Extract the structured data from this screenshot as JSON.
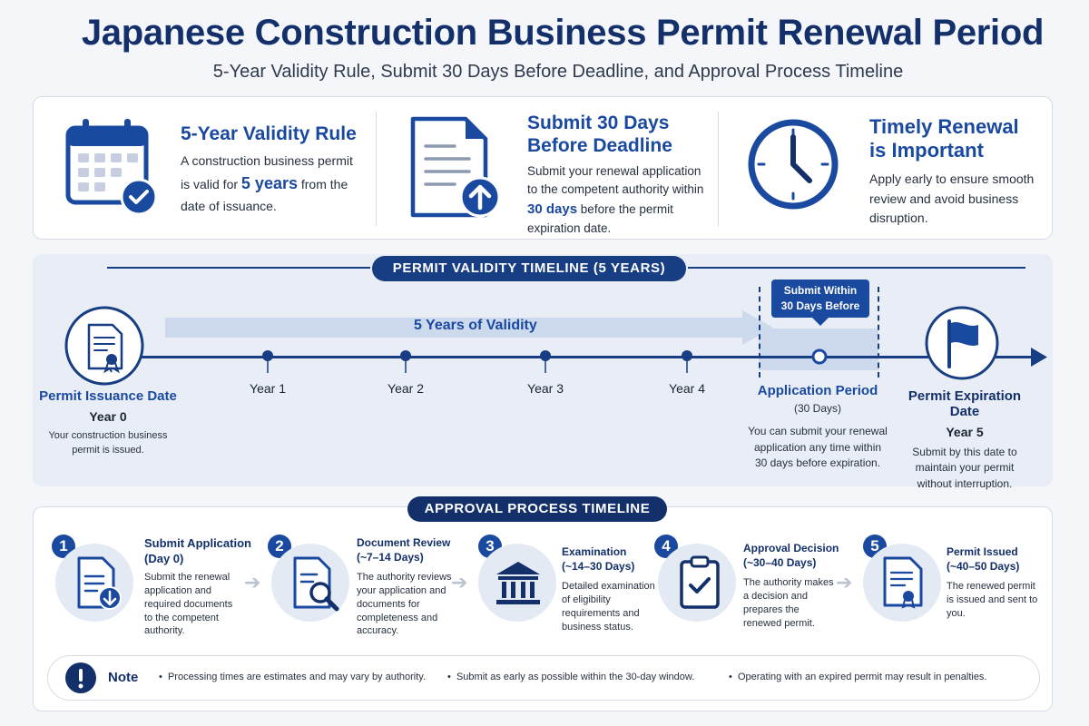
{
  "header": {
    "title": "Japanese Construction Business Permit Renewal Period",
    "subtitle": "5-Year Validity Rule, Submit 30 Days Before Deadline, and Approval Process Timeline"
  },
  "rules": [
    {
      "icon": "calendar-check-icon",
      "title": "5-Year Validity Rule",
      "text_pre": "A construction business permit is valid for ",
      "emphasis": "5 years",
      "text_post": " from the date of issuance."
    },
    {
      "icon": "document-upload-icon",
      "title_line1": "Submit 30 Days",
      "title_line2": "Before Deadline",
      "text_pre": "Submit your renewal application to the competent authority within ",
      "emphasis": "30 days",
      "text_post": " before the permit expiration date."
    },
    {
      "icon": "clock-icon",
      "title_line1": "Timely Renewal",
      "title_line2": "is Important",
      "text": "Apply early to ensure smooth review and avoid business disruption."
    }
  ],
  "validity": {
    "banner": "PERMIT VALIDITY TIMELINE (5 YEARS)",
    "arrow_label": "5 Years of Validity",
    "submit_badge_line1": "Submit Within",
    "submit_badge_line2": "30 Days Before",
    "start": {
      "title": "Permit Issuance Date",
      "year": "Year 0",
      "desc": "Your construction business permit is issued."
    },
    "years": [
      "Year 1",
      "Year 2",
      "Year 3",
      "Year 4"
    ],
    "application": {
      "title": "Application Period",
      "sub": "(30 Days)",
      "desc": "You can submit your renewal application any time within 30 days before expiration."
    },
    "end": {
      "title": "Permit Expiration Date",
      "year": "Year 5",
      "desc": "Submit by this date to maintain your permit without interruption."
    }
  },
  "approval": {
    "banner": "APPROVAL PROCESS TIMELINE",
    "steps": [
      {
        "num": "1",
        "icon": "document-download-icon",
        "title1": "Submit Application",
        "title2": "(Day 0)",
        "desc": "Submit the renewal application and required documents to the competent authority."
      },
      {
        "num": "2",
        "icon": "document-search-icon",
        "title1": "Document Review",
        "title2": "(~7–14 Days)",
        "desc": "The authority reviews your application and documents for completeness and accuracy."
      },
      {
        "num": "3",
        "icon": "government-building-icon",
        "title1": "Examination",
        "title2": "(~14–30 Days)",
        "desc": "Detailed examination of eligibility requirements and business status."
      },
      {
        "num": "4",
        "icon": "clipboard-check-icon",
        "title1": "Approval Decision",
        "title2": "(~30–40 Days)",
        "desc": "The authority makes a decision and prepares the renewed permit."
      },
      {
        "num": "5",
        "icon": "certificate-icon",
        "title1": "Permit Issued",
        "title2": "(~40–50 Days)",
        "desc": "The renewed permit is issued and sent to you."
      }
    ]
  },
  "note": {
    "label": "Note",
    "items": [
      "Processing times are estimates and may vary by authority.",
      "Submit as early as possible within the 30-day window.",
      "Operating with an expired permit may result in penalties."
    ]
  }
}
